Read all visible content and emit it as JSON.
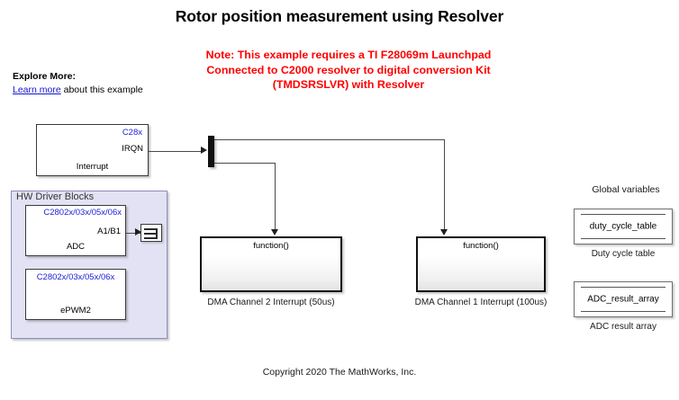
{
  "page": {
    "title": "Rotor position measurement using Resolver",
    "copyright": "Copyright 2020 The MathWorks, Inc."
  },
  "note": {
    "line1": "Note: This example requires a TI F28069m Launchpad",
    "line2": "Connected to C2000 resolver to digital conversion Kit",
    "line3": "(TMDSRSLVR) with Resolver",
    "color": "#ff0000"
  },
  "explore": {
    "title": "Explore More:",
    "link_text": "Learn more",
    "suffix": " about this example",
    "link_color": "#1414cc"
  },
  "blocks": {
    "c28x_interrupt": {
      "header": "C28x",
      "port": "IRQN",
      "footer": "Interrupt",
      "header_color": "#2020d8"
    },
    "adc": {
      "header": "C2802x/03x/05x/06x",
      "port": "A1/B1",
      "footer": "ADC"
    },
    "epwm": {
      "header": "C2802x/03x/05x/06x",
      "footer": "ePWM2"
    },
    "terminator": {
      "icon": "terminator-icon"
    }
  },
  "subsystem": {
    "label": "HW Driver Blocks",
    "bg_color": "#e2e2f4",
    "border_color": "#8d8dbe"
  },
  "function_blocks": [
    {
      "trigger_label": "function()",
      "caption": "DMA Channel 2 Interrupt (50us)"
    },
    {
      "trigger_label": "function()",
      "caption": "DMA Channel 1 Interrupt (100us)"
    }
  ],
  "global_variables": {
    "title": "Global variables",
    "items": [
      {
        "name": "duty_cycle_table",
        "caption": "Duty cycle table"
      },
      {
        "name": "ADC_result_array",
        "caption": "ADC result array"
      }
    ]
  }
}
